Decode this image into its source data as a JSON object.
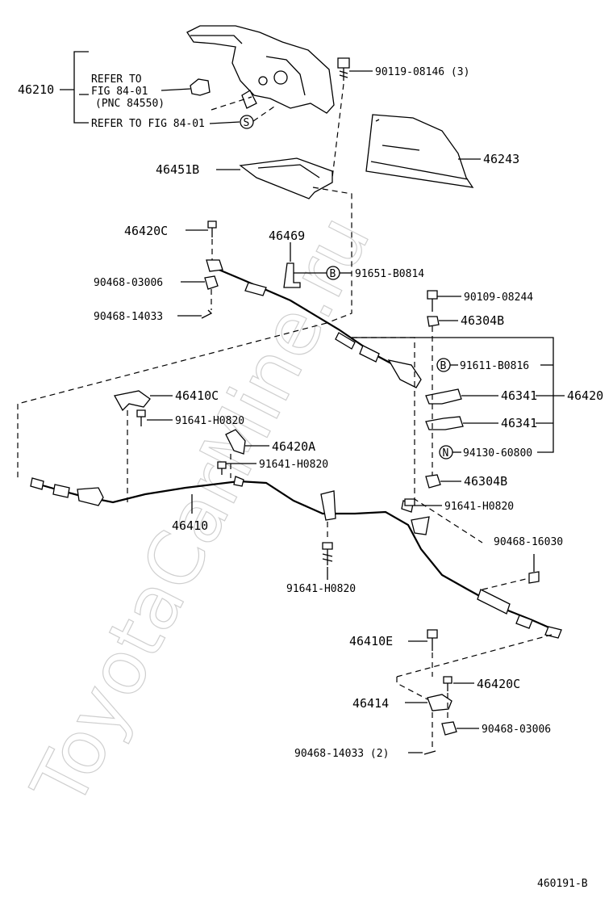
{
  "watermark": "ToyotaCarMine.ru",
  "figure_id": "460191-B",
  "labels": {
    "l46210": "46210",
    "refer1_line1": "REFER TO",
    "refer1_line2": "FIG 84-01",
    "refer1_line3": "(PNC 84550)",
    "refer2": "REFER TO FIG 84-01",
    "mark_s": "S",
    "l90119": "90119-08146 (3)",
    "l46243": "46243",
    "l46451B": "46451B",
    "l46420C_top": "46420C",
    "l46469": "46469",
    "l91651": "91651-B0814",
    "mark_b1": "B",
    "l90468_03006_top": "90468-03006",
    "l90109": "90109-08244",
    "l46304B_top": "46304B",
    "l90468_14033_top": "90468-14033",
    "l91611": "91611-B0816",
    "mark_b2": "B",
    "l46410C": "46410C",
    "l46341_a": "46341",
    "l46420": "46420",
    "l91641_a": "91641-H0820",
    "l46341_b": "46341",
    "l46420A": "46420A",
    "l94130": "94130-60800",
    "mark_n": "N",
    "l91641_b": "91641-H0820",
    "l46304B_bot": "46304B",
    "l46410": "46410",
    "l91641_c": "91641-H0820",
    "l90468_16030": "90468-16030",
    "l91641_d": "91641-H0820",
    "l46410E": "46410E",
    "l46420C_bot": "46420C",
    "l46414": "46414",
    "l90468_03006_bot": "90468-03006",
    "l90468_14033_bot": "90468-14033 (2)"
  }
}
